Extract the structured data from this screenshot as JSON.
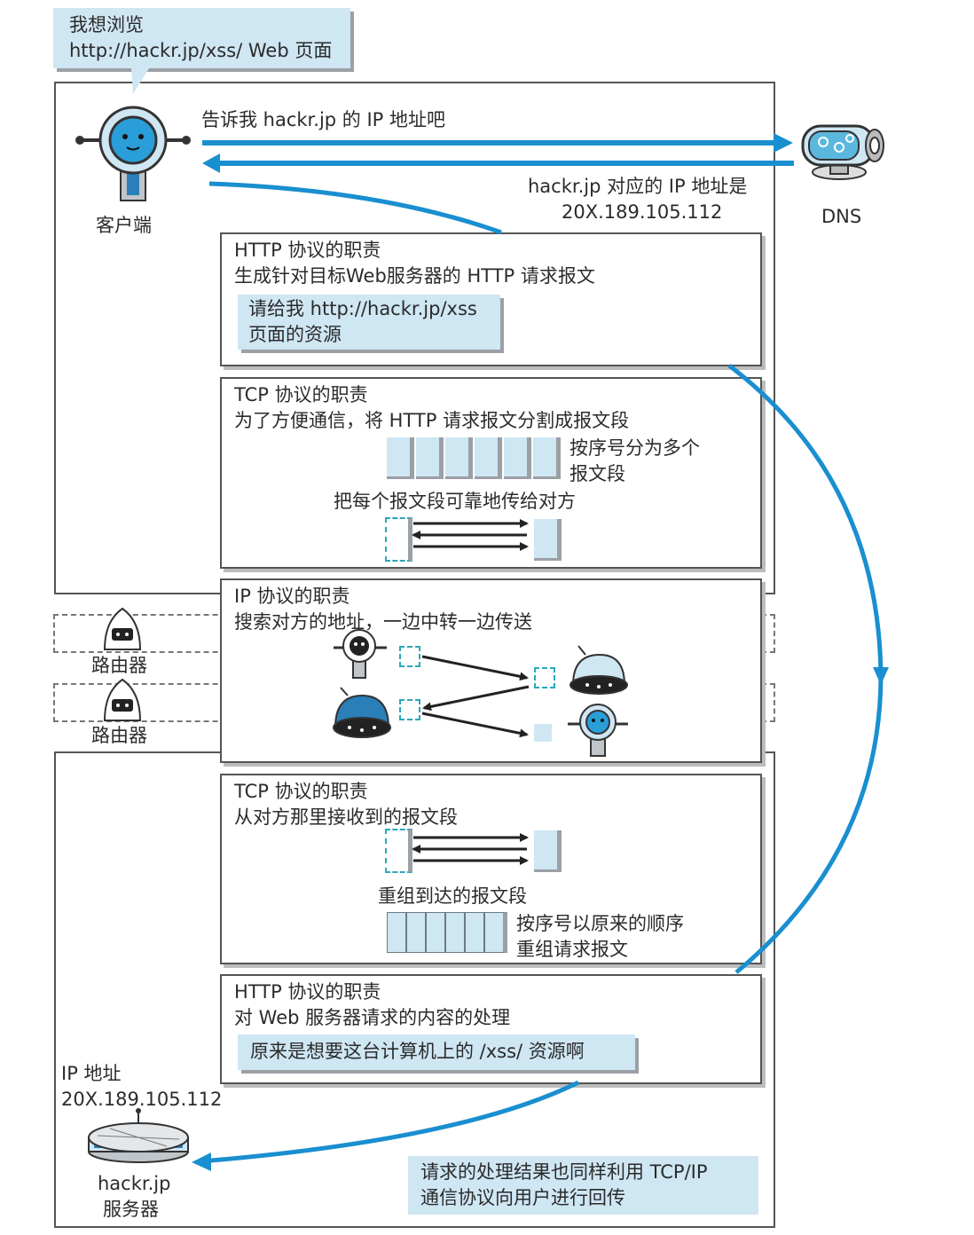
{
  "callout": {
    "line1": "我想浏览",
    "line2": "http://hackr.jp/xss/ Web 页面"
  },
  "client": {
    "label": "客户端"
  },
  "dns": {
    "label": "DNS",
    "query": "告诉我 hackr.jp 的 IP 地址吧",
    "answer_line1": "hackr.jp 对应的 IP 地址是",
    "answer_line2": "20X.189.105.112"
  },
  "http_client": {
    "title": "HTTP 协议的职责",
    "desc": "生成针对目标Web服务器的 HTTP 请求报文",
    "request_line1": "请给我 http://hackr.jp/xss",
    "request_line2": "页面的资源"
  },
  "tcp_client": {
    "title": "TCP 协议的职责",
    "desc": "为了方便通信，将 HTTP 请求报文分割成报文段",
    "split_line1": "按序号分为多个",
    "split_line2": "报文段",
    "send_desc": "把每个报文段可靠地传给对方"
  },
  "ip": {
    "title": "IP 协议的职责",
    "desc": "搜索对方的地址，一边中转一边传送"
  },
  "routers": [
    {
      "label": "路由器"
    },
    {
      "label": "路由器"
    }
  ],
  "tcp_server": {
    "title": "TCP 协议的职责",
    "desc": "从对方那里接收到的报文段",
    "reassemble": "重组到达的报文段",
    "order_line1": "按序号以原来的顺序",
    "order_line2": "重组请求报文"
  },
  "http_server": {
    "title": "HTTP 协议的职责",
    "desc": "对 Web 服务器请求的内容的处理",
    "note": "原来是想要这台计算机上的 /xss/ 资源啊"
  },
  "server": {
    "ip_label": "IP 地址",
    "ip_value": "20X.189.105.112",
    "name_line1": "hackr.jp",
    "name_line2": "服务器"
  },
  "response_note": {
    "line1": "请求的处理结果也同样利用 TCP/IP",
    "line2": "通信协议向用户进行回传"
  },
  "colors": {
    "arrow": "#1a8fd0",
    "light_box": "#cfe6f3",
    "dashed_segment": "#2ba7b9",
    "border": "#555555"
  }
}
